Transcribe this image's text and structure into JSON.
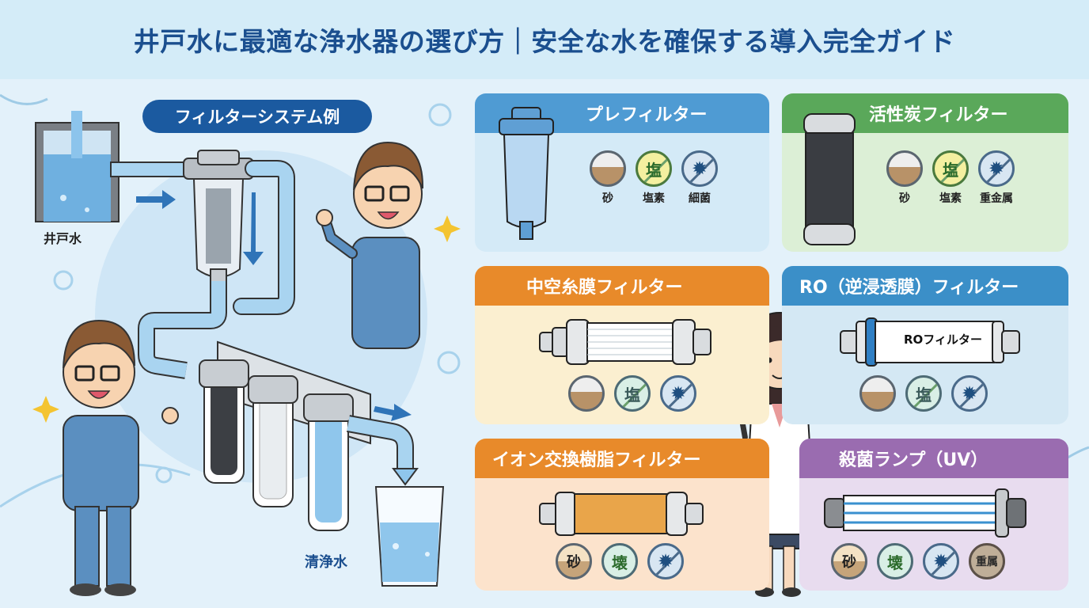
{
  "header": {
    "title": "井戸水に最適な浄水器の選び方｜安全な水を確保する導入完全ガイド"
  },
  "diagram": {
    "system_label": "フィルターシステム例",
    "source_label": "井戸水",
    "output_label": "清浄水"
  },
  "cards": [
    {
      "title": "プレフィルター",
      "color": "#4f9bd3",
      "body_color": "#d4eaf7",
      "badges": [
        {
          "icon": "sand-icon",
          "glyph": "",
          "label": "砂"
        },
        {
          "icon": "chlorine-icon",
          "glyph": "塩",
          "label": "塩素"
        },
        {
          "icon": "bacteria-icon",
          "glyph": "✹",
          "label": "細菌"
        }
      ]
    },
    {
      "title": "活性炭フィルター",
      "color": "#5aa85a",
      "body_color": "#dcefd6",
      "badges": [
        {
          "icon": "sand-icon",
          "glyph": "",
          "label": "砂"
        },
        {
          "icon": "chlorine-icon",
          "glyph": "塩",
          "label": "塩素"
        },
        {
          "icon": "bacteria-icon",
          "glyph": "✹",
          "label": "重金属"
        }
      ]
    },
    {
      "title": "中空糸膜フィルター",
      "color": "#e88a2a",
      "body_color": "#fbefd0",
      "badges": [
        {
          "icon": "sand-icon",
          "glyph": ""
        },
        {
          "icon": "chlorine-icon",
          "glyph": "塩"
        },
        {
          "icon": "bacteria-icon",
          "glyph": "✹"
        }
      ]
    },
    {
      "title": "RO（逆浸透膜）フィルター",
      "color": "#3b8fc8",
      "body_color": "#d4e8f4",
      "cartridge_label": "ROフィルター",
      "badges": [
        {
          "icon": "sand-icon",
          "glyph": ""
        },
        {
          "icon": "chlorine-icon",
          "glyph": "塩"
        },
        {
          "icon": "bacteria-icon",
          "glyph": "✹"
        }
      ]
    },
    {
      "title": "イオン交換樹脂フィルター",
      "color": "#e88a2a",
      "body_color": "#fce3cc",
      "badges": [
        {
          "icon": "sand-icon",
          "glyph": "砂"
        },
        {
          "icon": "chlorine-icon",
          "glyph": "壊"
        },
        {
          "icon": "bacteria-icon",
          "glyph": "✹"
        }
      ]
    },
    {
      "title": "殺菌ランプ（UV）",
      "color": "#9a6cb0",
      "body_color": "#e8dcef",
      "badges": [
        {
          "icon": "sand-icon",
          "glyph": "砂"
        },
        {
          "icon": "chlorine-icon",
          "glyph": "壊"
        },
        {
          "icon": "bacteria-icon",
          "glyph": "✹"
        },
        {
          "icon": "heavy-metal-icon",
          "glyph": "重属"
        }
      ]
    }
  ]
}
